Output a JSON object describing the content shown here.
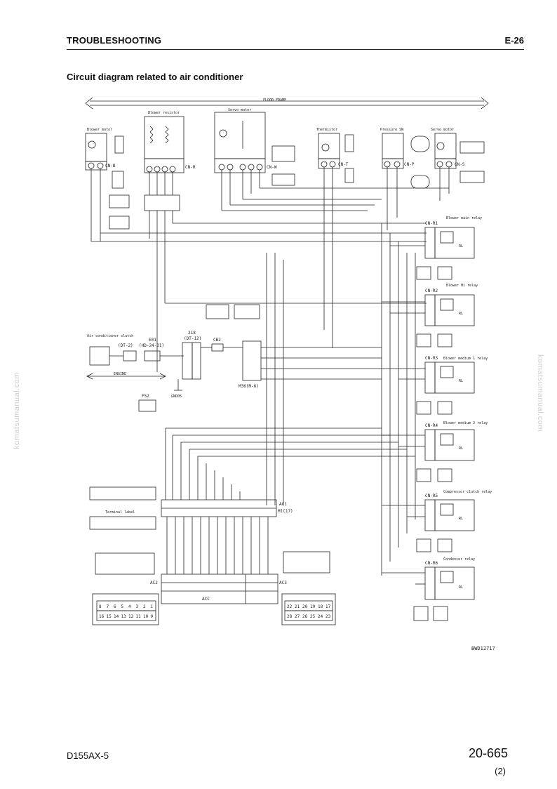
{
  "header": {
    "section": "TROUBLESHOOTING",
    "code": "E-26"
  },
  "title": "Circuit diagram related to air conditioner",
  "watermark": "komatsumanual.com",
  "diagram": {
    "floor_frame": "FLOOR FRAME",
    "engine": "ENGINE",
    "blower_motor": "Blower motor",
    "blower_resistor": "Blower resistor",
    "servo_motor_1": "Servo motor",
    "thermistor": "Thermistor",
    "pressure_sw": "Pressure SW",
    "servo_motor_2": "Servo motor",
    "cn_b": "CN-B",
    "cn_r": "CN-R",
    "cn_w": "CN-W",
    "cn_t": "CN-T",
    "cn_p": "CN-P",
    "cn_s": "CN-S",
    "cn_r1": "CN-R1",
    "cn_r2": "CN-R2",
    "cn_r3": "CN-R3",
    "cn_r4": "CN-R4",
    "cn_r5": "CN-R5",
    "cn_r6": "CN-R6",
    "relay_1": "Blower main relay",
    "relay_2": "Blower Hi relay",
    "relay_3": "Blower medium 1 relay",
    "relay_4": "Blower medium 2 relay",
    "relay_5": "Compressor clutch relay",
    "relay_6": "Condenser relay",
    "rl": "RL",
    "ac_clutch": "Air conditioner clutch",
    "dt2": "(DT-2)",
    "hd2431": "(HD-24-31)",
    "e01": "E01",
    "j18": "218",
    "dt12": "(DT-12)",
    "cb2": "CB2",
    "m36": "M36(M-6)",
    "gnd": "GND05",
    "f52": "F52",
    "terminal_label": "Terminal label",
    "ac1": "AC1",
    "ac1_sub": "M(C17)",
    "ac2": "AC2",
    "ac3": "AC3",
    "acc": "ACC",
    "ref": "BWD12717",
    "ac2_top": [
      "8",
      "7",
      "6",
      "5",
      "4",
      "3",
      "2",
      "1"
    ],
    "ac2_bot": [
      "16",
      "15",
      "14",
      "13",
      "12",
      "11",
      "10",
      "9"
    ],
    "ac3_top": [
      "22",
      "21",
      "20",
      "19",
      "18",
      "17"
    ],
    "ac3_bot": [
      "28",
      "27",
      "26",
      "25",
      "24",
      "23"
    ]
  },
  "footer": {
    "model": "D155AX-5",
    "page": "20-665",
    "rev": "(2)"
  }
}
